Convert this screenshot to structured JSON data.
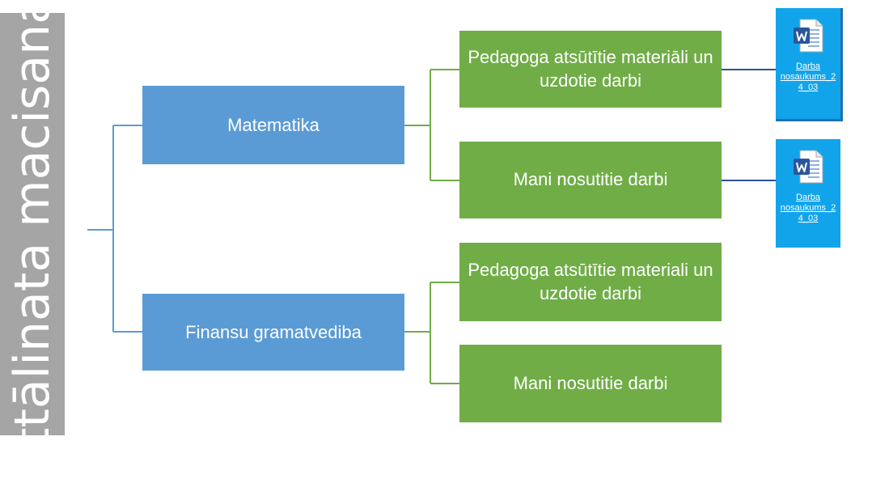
{
  "root": {
    "label": "Attālinata macisanas"
  },
  "subjects": [
    {
      "label": "Matematika",
      "children": [
        {
          "label": "Pedagoga atsūtītie materiāli un uzdotie darbi"
        },
        {
          "label": "Mani nosutitie darbi"
        }
      ]
    },
    {
      "label": "Finansu gramatvediba",
      "children": [
        {
          "label": "Pedagoga atsūtītie materiali un uzdotie darbi"
        },
        {
          "label": "Mani nosutitie darbi"
        }
      ]
    }
  ],
  "files": [
    {
      "icon": "word-document-icon",
      "line1": "Darba",
      "line2": "nosaukums_2",
      "line3": "4_03"
    },
    {
      "icon": "word-document-icon",
      "line1": "Darba",
      "line2": "nosaukums_2",
      "line3": "4_03"
    }
  ],
  "colors": {
    "root": "#a5a5a5",
    "subject": "#5b9bd5",
    "child": "#70ad47",
    "file_tile": "#12a4ea"
  }
}
